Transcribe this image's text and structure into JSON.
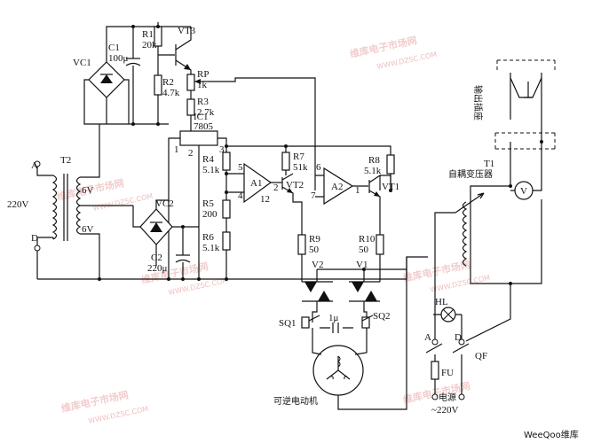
{
  "labels": {
    "C1": "C1",
    "C1v": "100μ",
    "R1": "R1",
    "R1v": "20k",
    "VT3": "VT3",
    "VC1": "VC1",
    "R2": "R2",
    "R2v": "4.7k",
    "RP": "RP",
    "RPv": "1k",
    "R3": "R3",
    "R3v": "2.7k",
    "IC1": "IC1",
    "IC1v": "7805",
    "pin1": "1",
    "pin2": "2",
    "pin3": "3",
    "R4": "R4",
    "R4v": "5.1k",
    "R7": "R7",
    "R7v": "51k",
    "R8": "R8",
    "R8v": "5.1k",
    "A1": "A1",
    "A2": "A2",
    "p5": "5",
    "p4": "4",
    "p12": "12",
    "p2": "2",
    "p6": "6",
    "p7": "7",
    "p1": "1",
    "VT2": "VT2",
    "VT1": "VT1",
    "R5": "R5",
    "R5v": "200",
    "R6": "R6",
    "R6v": "5.1k",
    "R9": "R9",
    "R9v": "50",
    "R10": "R10",
    "R10v": "50",
    "T2": "T2",
    "A_left": "A",
    "D_left": "D",
    "v220": "220V",
    "v6a": "6V",
    "v6b": "6V",
    "VC2": "VC2",
    "C2": "C2",
    "C2v": "220μ",
    "V2": "V2",
    "V1": "V1",
    "SQ1": "SQ1",
    "SQ2": "SQ2",
    "cap1u": "1μ",
    "motor": "可逆电动机",
    "output_socket": "输出插座",
    "T1": "T1",
    "T1name": "自耦变压器",
    "meter": "V",
    "HL": "HL",
    "A_right": "A",
    "D_right": "D",
    "QF": "QF",
    "FU": "FU",
    "power": "电源",
    "power_v": "~220V",
    "footer": "WeeQoo维库"
  },
  "watermark": {
    "brand": "维库电子市场网",
    "url": "WWW.DZSC.COM"
  }
}
